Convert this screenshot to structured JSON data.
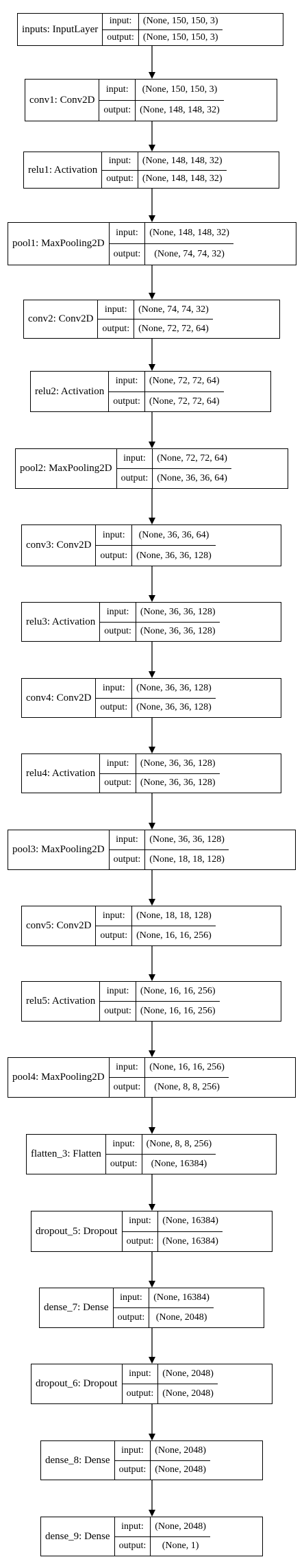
{
  "layers": [
    {
      "name": "inputs: InputLayer",
      "input_label": "input:",
      "output_label": "output:",
      "input": "(None, 150, 150, 3)",
      "output": "(None, 150, 150, 3)"
    },
    {
      "name": "conv1: Conv2D",
      "input_label": "input:",
      "output_label": "output:",
      "input": "(None, 150, 150, 3)",
      "output": "(None, 148, 148, 32)"
    },
    {
      "name": "relu1: Activation",
      "input_label": "input:",
      "output_label": "output:",
      "input": "(None, 148, 148, 32)",
      "output": "(None, 148, 148, 32)"
    },
    {
      "name": "pool1: MaxPooling2D",
      "input_label": "input:",
      "output_label": "output:",
      "input": "(None, 148, 148, 32)",
      "output": "(None, 74, 74, 32)"
    },
    {
      "name": "conv2: Conv2D",
      "input_label": "input:",
      "output_label": "output:",
      "input": "(None, 74, 74, 32)",
      "output": "(None, 72, 72, 64)"
    },
    {
      "name": "relu2: Activation",
      "input_label": "input:",
      "output_label": "output:",
      "input": "(None, 72, 72, 64)",
      "output": "(None, 72, 72, 64)"
    },
    {
      "name": "pool2: MaxPooling2D",
      "input_label": "input:",
      "output_label": "output:",
      "input": "(None, 72, 72, 64)",
      "output": "(None, 36, 36, 64)"
    },
    {
      "name": "conv3: Conv2D",
      "input_label": "input:",
      "output_label": "output:",
      "input": "(None, 36, 36, 64)",
      "output": "(None, 36, 36, 128)"
    },
    {
      "name": "relu3: Activation",
      "input_label": "input:",
      "output_label": "output:",
      "input": "(None, 36, 36, 128)",
      "output": "(None, 36, 36, 128)"
    },
    {
      "name": "conv4: Conv2D",
      "input_label": "input:",
      "output_label": "output:",
      "input": "(None, 36, 36, 128)",
      "output": "(None, 36, 36, 128)"
    },
    {
      "name": "relu4: Activation",
      "input_label": "input:",
      "output_label": "output:",
      "input": "(None, 36, 36, 128)",
      "output": "(None, 36, 36, 128)"
    },
    {
      "name": "pool3: MaxPooling2D",
      "input_label": "input:",
      "output_label": "output:",
      "input": "(None, 36, 36, 128)",
      "output": "(None, 18, 18, 128)"
    },
    {
      "name": "conv5: Conv2D",
      "input_label": "input:",
      "output_label": "output:",
      "input": "(None, 18, 18, 128)",
      "output": "(None, 16, 16, 256)"
    },
    {
      "name": "relu5: Activation",
      "input_label": "input:",
      "output_label": "output:",
      "input": "(None, 16, 16, 256)",
      "output": "(None, 16, 16, 256)"
    },
    {
      "name": "pool4: MaxPooling2D",
      "input_label": "input:",
      "output_label": "output:",
      "input": "(None, 16, 16, 256)",
      "output": "(None, 8, 8, 256)"
    },
    {
      "name": "flatten_3: Flatten",
      "input_label": "input:",
      "output_label": "output:",
      "input": "(None, 8, 8, 256)",
      "output": "(None, 16384)"
    },
    {
      "name": "dropout_5: Dropout",
      "input_label": "input:",
      "output_label": "output:",
      "input": "(None, 16384)",
      "output": "(None, 16384)"
    },
    {
      "name": "dense_7: Dense",
      "input_label": "input:",
      "output_label": "output:",
      "input": "(None, 16384)",
      "output": "(None, 2048)"
    },
    {
      "name": "dropout_6: Dropout",
      "input_label": "input:",
      "output_label": "output:",
      "input": "(None, 2048)",
      "output": "(None, 2048)"
    },
    {
      "name": "dense_8: Dense",
      "input_label": "input:",
      "output_label": "output:",
      "input": "(None, 2048)",
      "output": "(None, 2048)"
    },
    {
      "name": "dense_9: Dense",
      "input_label": "input:",
      "output_label": "output:",
      "input": "(None, 2048)",
      "output": "(None, 1)"
    }
  ]
}
